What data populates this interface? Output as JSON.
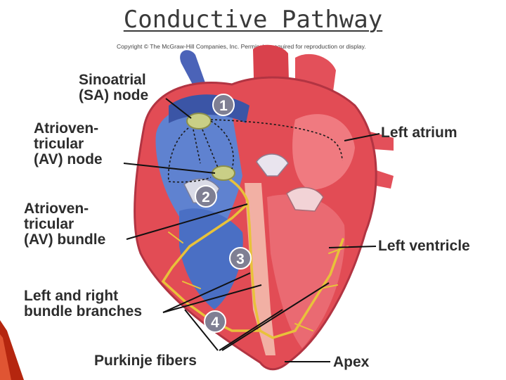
{
  "slide": {
    "title": "Conductive Pathway",
    "copyright": "Copyright © The McGraw-Hill Companies, Inc. Permission required for reproduction or display."
  },
  "labels": {
    "sa_node": "Sinoatrial\n(SA) node",
    "av_node": "Atrioven-\ntricular\n(AV) node",
    "av_bundle": "Atrioven-\ntricular\n(AV) bundle",
    "bundle_branches": "Left and right\nbundle branches",
    "purkinje": "Purkinje fibers",
    "left_atrium": "Left atrium",
    "left_ventricle": "Left ventricle",
    "apex": "Apex"
  },
  "steps": [
    "1",
    "2",
    "3",
    "4"
  ],
  "colors": {
    "accent_red": "#b5260f",
    "right_heart_blue": "#4a6fc4",
    "left_heart_red": "#e34a55",
    "conduction_yellow": "#e8c23a",
    "node_green": "#c9cf86",
    "step_marker": "#7f7f93"
  }
}
